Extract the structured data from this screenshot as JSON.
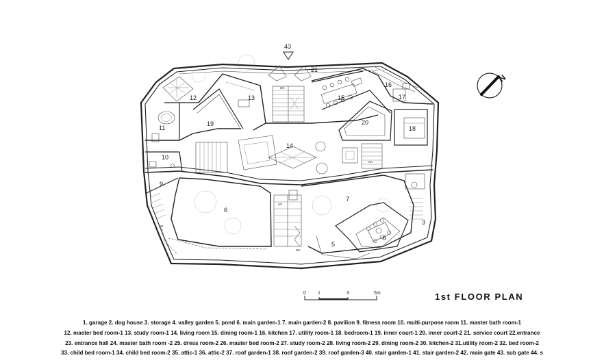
{
  "plan": {
    "title": "1st FLOOR PLAN",
    "gate_marker": "43",
    "north_symbol": "N",
    "stair_up_label": "UP",
    "stair_down_label": "DN",
    "room_numbers": [
      "11",
      "12",
      "19",
      "13",
      "21",
      "15",
      "16",
      "17",
      "18",
      "20",
      "10",
      "14",
      "9",
      "6",
      "7",
      "8",
      "5",
      "3"
    ],
    "scale": {
      "ticks": [
        "0",
        "1",
        "3",
        "5m"
      ]
    }
  },
  "legend": {
    "line1": "1. garage  2. dog house  3. storage  4. valley garden  5. pond  6. main garden-1  7. main garden-2  8. pavilion  9. fitness room  10. multi-purpose room  11. master bath room-1",
    "line2": "12. master bed room-1  13. study room-1  14. living room  15. dining room-1  16. kitchen  17. utility room-1  18. bedroom-1  19. inner court-1  20. inner court-2  21. service court  22.entrance",
    "line3": "23. entrance hall  24. master bath room -2  25. dress room-2  26. master bed room-2  27. study room-2  28. living room-2  29. dining room-2  30. kitchen-2  31.utility room-2  32. bed room-2",
    "line4": "33. child bed room-1  34. child bed room-2  35. attic-1  36. attic-2  37. roof garden-1  38. roof garden-2  39. roof garden-3  40. stair garden-1  41. stair garden-2  42. main gate  43. sub gate  44. s"
  }
}
